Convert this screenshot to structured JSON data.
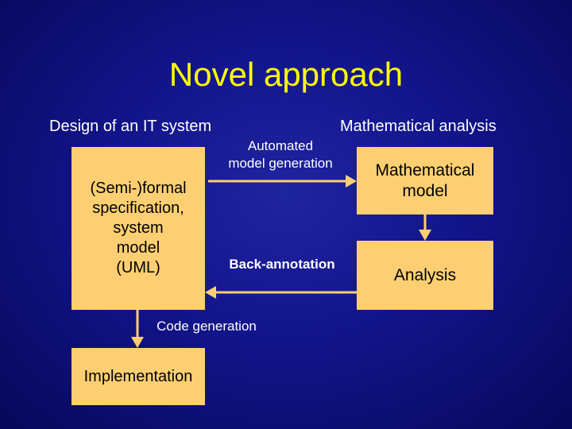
{
  "slide": {
    "title": "Novel approach",
    "heading_left": "Design of an IT system",
    "heading_right": "Mathematical analysis"
  },
  "boxes": {
    "spec": "(Semi-)formal\nspecification,\nsystem\nmodel\n(UML)",
    "math_model": "Mathematical\nmodel",
    "analysis": "Analysis",
    "implementation": "Implementation"
  },
  "arrows": {
    "automated": "Automated\nmodel generation",
    "back_annotation": "Back-annotation",
    "code_generation": "Code generation"
  },
  "colors": {
    "background": "#12148a",
    "title": "#ffff00",
    "box_fill": "#fdcf72",
    "arrow": "#fdcf72",
    "text": "#ffffff"
  }
}
